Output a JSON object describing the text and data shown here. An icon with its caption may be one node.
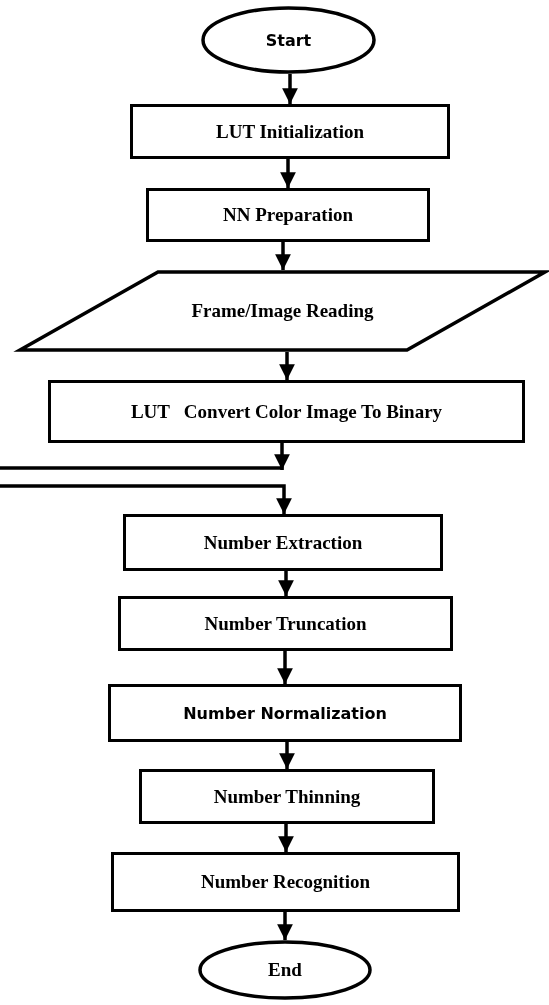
{
  "diagram": {
    "nodes": [
      {
        "text": [
          "Start"
        ]
      },
      {
        "text": [
          "LUT Initialization"
        ]
      },
      {
        "text": [
          "NN Preparation"
        ]
      },
      {
        "text": [
          "Frame/Image Reading"
        ]
      },
      {
        "text": [
          "LUT   Convert Color Image To Binary"
        ]
      },
      {
        "text": [
          "Number Extraction"
        ]
      },
      {
        "text": [
          "Number Truncation"
        ]
      },
      {
        "text": [
          "Number Normalization"
        ]
      },
      {
        "text": [
          "Number Thinning"
        ]
      },
      {
        "text": [
          "Number Recognition"
        ]
      },
      {
        "text": [
          "End"
        ]
      }
    ],
    "edges": [
      {
        "from": 0,
        "to": 1,
        "arrow": "to"
      },
      {
        "from": 1,
        "to": 2,
        "arrow": "to"
      },
      {
        "from": 2,
        "to": 3,
        "arrow": "to"
      },
      {
        "from": 3,
        "to": 4,
        "arrow": "to"
      },
      {
        "from": 4,
        "to": null,
        "arrow": "to"
      },
      {
        "from": null,
        "to": 5,
        "arrow": "to"
      },
      {
        "from": 5,
        "to": 6,
        "arrow": "to"
      },
      {
        "from": 6,
        "to": 7,
        "arrow": "to"
      },
      {
        "from": 7,
        "to": 8,
        "arrow": "to"
      },
      {
        "from": 8,
        "to": 9,
        "arrow": "to"
      },
      {
        "from": 9,
        "to": 10,
        "arrow": "to"
      }
    ]
  }
}
